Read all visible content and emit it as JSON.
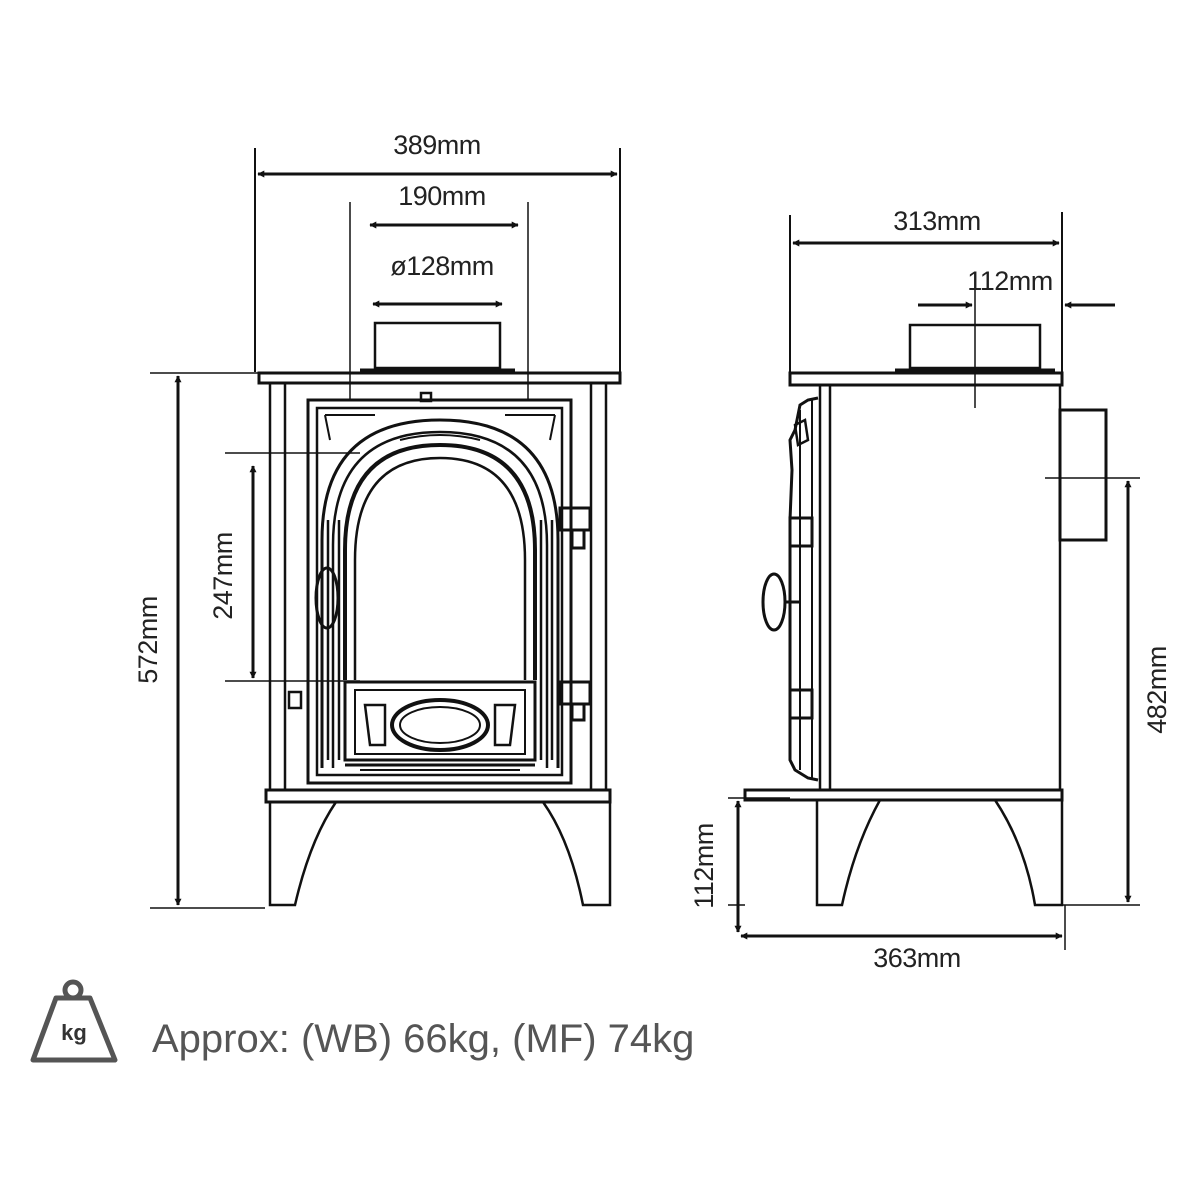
{
  "front_view": {
    "width_label": "389mm",
    "flue_spacing_label": "190mm",
    "flue_diameter_label": "ø128mm",
    "height_label": "572mm",
    "door_opening_label": "247mm"
  },
  "side_view": {
    "depth_label": "313mm",
    "flue_offset_label": "112mm",
    "rear_outlet_height_label": "482mm",
    "leg_height_label": "112mm",
    "base_depth_label": "363mm"
  },
  "weight": {
    "icon_text": "kg",
    "label": "Approx: (WB) 66kg, (MF) 74kg"
  }
}
